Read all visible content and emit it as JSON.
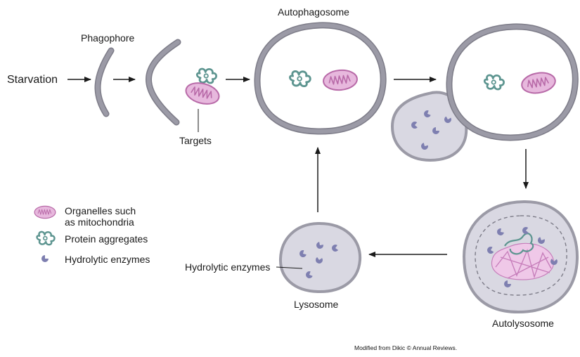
{
  "labels": {
    "starvation": "Starvation",
    "phagophore": "Phagophore",
    "targets": "Targets",
    "autophagosome": "Autophagosome",
    "autolysosome": "Autolysosome",
    "lysosome": "Lysosome",
    "lysosome_enzymes": "Hydrolytic enzymes"
  },
  "legend": {
    "organelles_line1": "Organelles such",
    "organelles_line2": "as mitochondria",
    "protein_aggregates": "Protein aggregates",
    "hydrolytic_enzymes": "Hydrolytic enzymes"
  },
  "credit": "Modified from Dikic © Annual Reviews.",
  "colors": {
    "membrane": "#9b9aa6",
    "membrane_stroke": "#7d7c88",
    "vesicle_fill": "#d9d8e2",
    "mito_fill": "#e7b8dd",
    "mito_stroke": "#b86aa8",
    "aggregate": "#5d9590",
    "enzyme": "#7e7fb0",
    "arrow": "#1a1a1a"
  }
}
